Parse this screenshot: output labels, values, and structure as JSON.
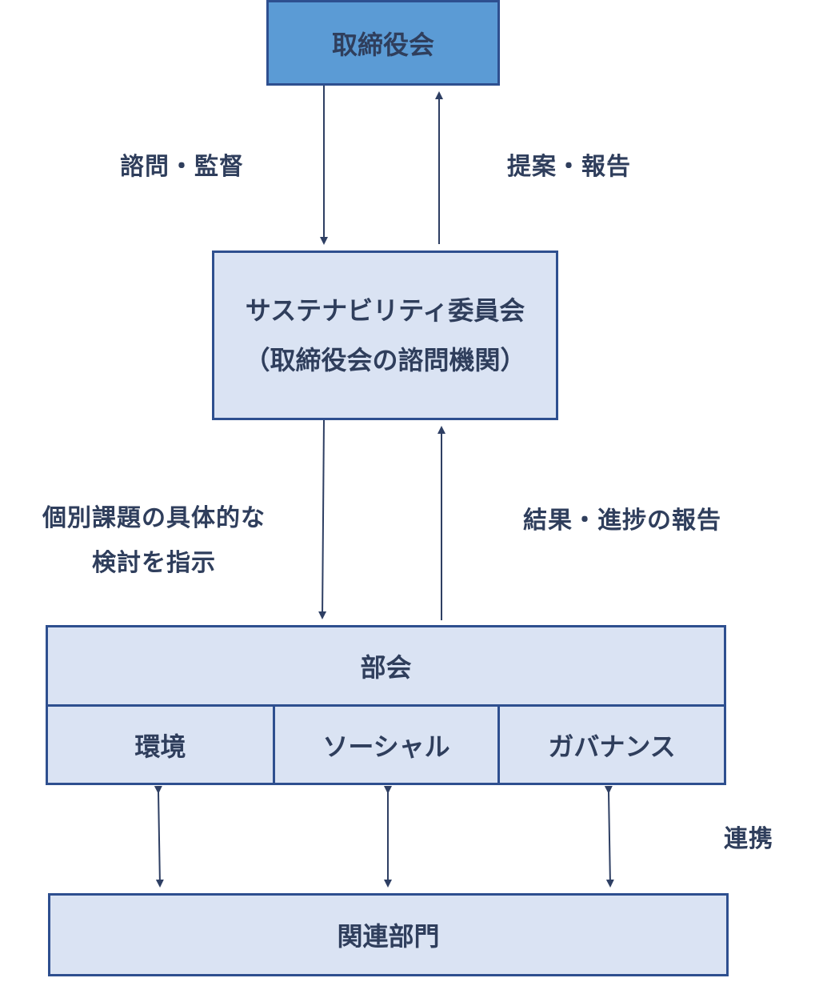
{
  "nodes": {
    "board": {
      "label": "取締役会"
    },
    "committee": {
      "line1": "サステナビリティ委員会",
      "line2": "（取締役会の諮問機関）"
    },
    "subcommittee": {
      "label": "部会",
      "divisions": [
        {
          "label": "環境"
        },
        {
          "label": "ソーシャル"
        },
        {
          "label": "ガバナンス"
        }
      ]
    },
    "related": {
      "label": "関連部門"
    }
  },
  "edges": {
    "board_to_committee": {
      "label": "諮問・監督"
    },
    "committee_to_board": {
      "label": "提案・報告"
    },
    "committee_to_sub": {
      "line1": "個別課題の具体的な",
      "line2": "検討を指示"
    },
    "sub_to_committee": {
      "label": "結果・進捗の報告"
    },
    "sub_to_related": {
      "label": "連携"
    }
  },
  "colors": {
    "board_fill": "#5b9bd5",
    "box_fill": "#dae3f3",
    "border": "#2e4f8f",
    "text": "#2f3e5c",
    "arrow": "#2e3f63"
  }
}
